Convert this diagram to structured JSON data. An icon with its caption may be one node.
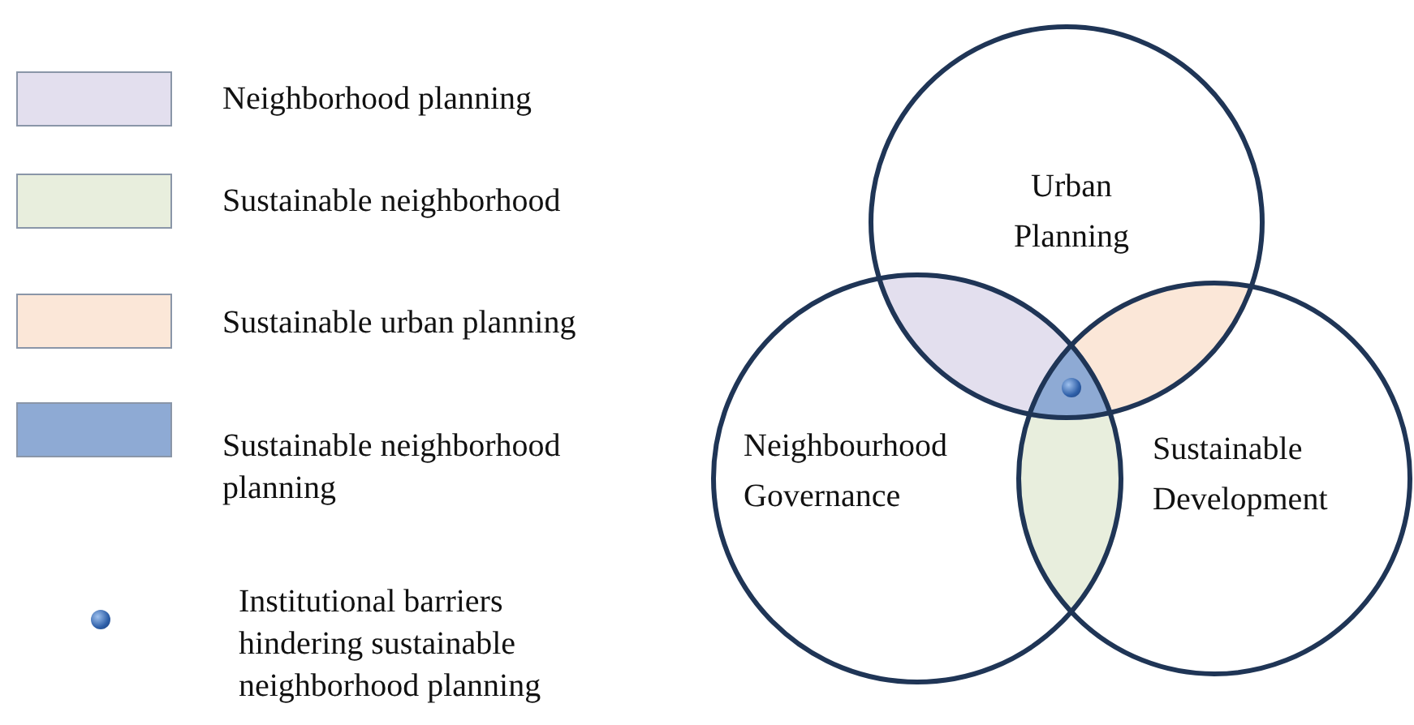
{
  "diagram": {
    "nodes": [
      {
        "text": [
          "Urban Planning"
        ]
      },
      {
        "text": [
          "Neighbourhood Governance"
        ]
      },
      {
        "text": [
          "Sustainable Development"
        ]
      }
    ],
    "legend": [
      {
        "text": "Neighborhood planning",
        "color": "#e3dfee"
      },
      {
        "text": "Sustainable neighborhood",
        "color": "#e8eedd"
      },
      {
        "text": "Sustainable urban planning",
        "color": "#fbe7d8"
      },
      {
        "text": "Sustainable neighborhood planning",
        "color": "#8eaad4"
      },
      {
        "text": "Institutional barriers hindering sustainable neighborhood planning"
      }
    ]
  }
}
